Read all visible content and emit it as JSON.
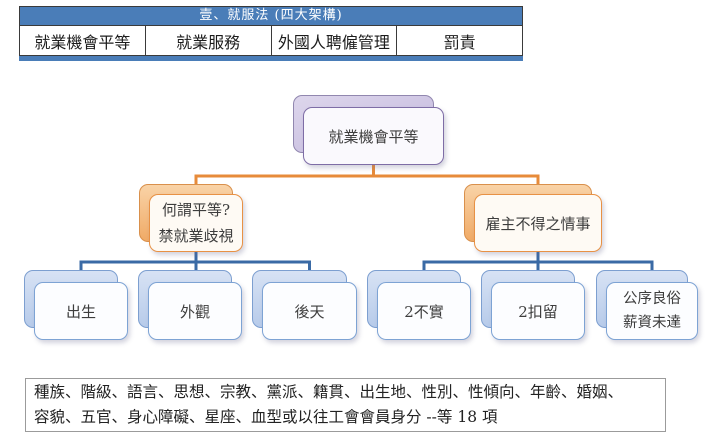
{
  "table": {
    "header": "壹、就服法 (四大架構)",
    "columns": [
      "就業機會平等",
      "就業服務",
      "外國人聘僱管理",
      "罰責"
    ]
  },
  "diagram": {
    "root": {
      "label": "就業機會平等"
    },
    "left_branch": {
      "line1": "何謂平等?",
      "line2": "禁就業歧視"
    },
    "right_branch": {
      "label": "雇主不得之情事"
    },
    "leaves": [
      {
        "label": "出生"
      },
      {
        "label": "外觀"
      },
      {
        "label": "後天"
      },
      {
        "label": "2不實"
      },
      {
        "label": "2扣留"
      },
      {
        "line1": "公序良俗",
        "line2": "薪資未達"
      }
    ]
  },
  "note": {
    "line1": "種族、階級、語言、思想、宗教、黨派、籍貫、出生地、性別、性傾向、年齡、婚姻、",
    "line2": "容貌、五官、身心障礙、星座、血型或以往工會會員身分  --等 18 項"
  },
  "colors": {
    "accent_blue": "#4a7db8",
    "connector_orange": "#e78b3a",
    "connector_blue": "#3a6aa5",
    "purple_border": "#7e6da6",
    "orange_border": "#e89144",
    "blue_box_border": "#7da3d4"
  }
}
